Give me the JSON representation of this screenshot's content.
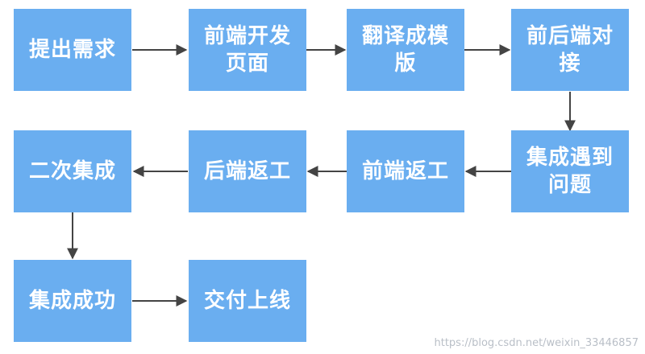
{
  "nodes": {
    "submit_requirements": "提出需求",
    "frontend_page_dev": "前端开发页面",
    "translate_to_template": "翻译成模版",
    "fe_be_integration": "前后端对接",
    "integration_issue": "集成遇到问题",
    "frontend_rework": "前端返工",
    "backend_rework": "后端返工",
    "second_integration": "二次集成",
    "integration_success": "集成成功",
    "delivery_launch": "交付上线"
  },
  "colors": {
    "box_fill": "#6aaef0",
    "box_text": "#ffffff",
    "arrow": "#444444"
  },
  "watermark": "https://blog.csdn.net/weixin_33446857"
}
